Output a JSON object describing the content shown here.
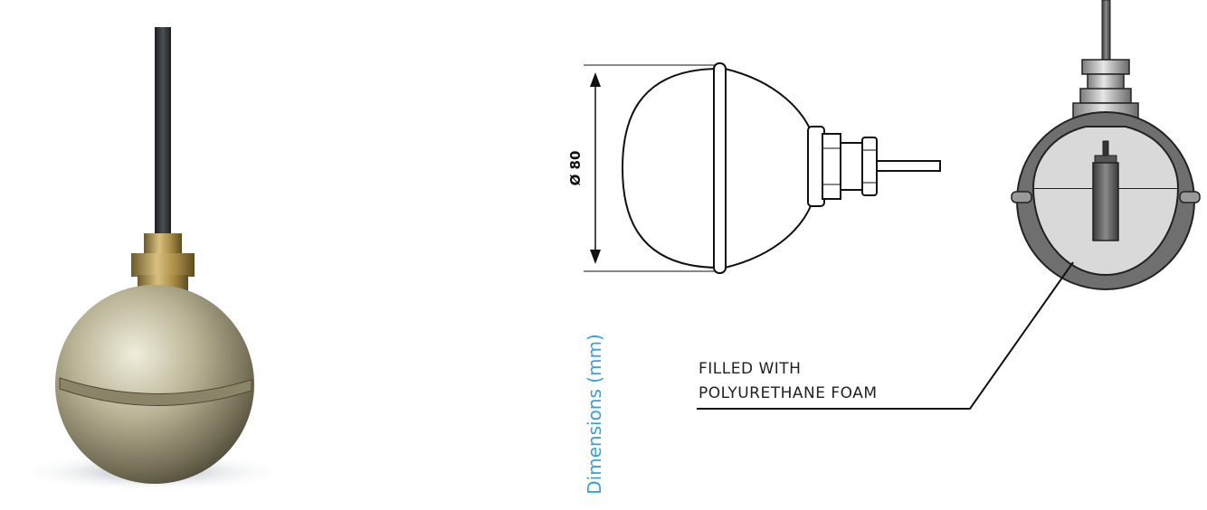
{
  "drawing": {
    "diameter_label": "Ø 80",
    "dimensions_caption": "Dimensions (mm)"
  },
  "cutaway": {
    "note_line1": "FILLED WITH",
    "note_line2": "POLYURETHANE FOAM"
  },
  "colors": {
    "caption_blue": "#3aa0d8",
    "steel": "#a9a48a",
    "brass": "#b59a55",
    "cable": "#2b2f33",
    "shell_gray": "#6f6f6f",
    "foam_gray": "#d9d9d9"
  }
}
